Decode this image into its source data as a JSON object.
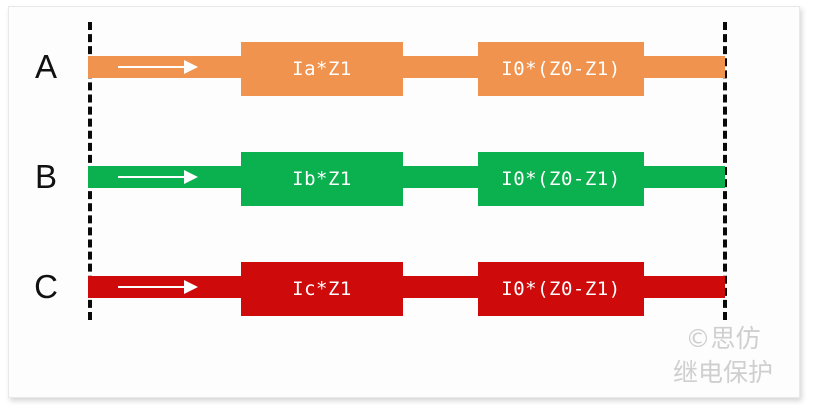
{
  "figure": {
    "background_color": "#ffffff",
    "card_color": "#fdfdfd",
    "boundary_line_color": "#0a0a0a",
    "arrow_color": "#ffffff",
    "text_color": "#ffffff"
  },
  "boundaries": {
    "left_name": "left-boundary-dashed-line",
    "right_name": "right-boundary-dashed-line"
  },
  "phases": [
    {
      "label": "A",
      "color": "#F0934E",
      "block1": "Ia*Z1",
      "block2": "I0*(Z0-Z1)",
      "arrow": "current-direction-arrow"
    },
    {
      "label": "B",
      "color": "#0BB04F",
      "block1": "Ib*Z1",
      "block2": "I0*(Z0-Z1)",
      "arrow": "current-direction-arrow"
    },
    {
      "label": "C",
      "color": "#CE0A0A",
      "block1": "Ic*Z1",
      "block2": "I0*(Z0-Z1)",
      "arrow": "current-direction-arrow"
    }
  ],
  "watermark": {
    "line1": "©思仿",
    "line2": "继电保护"
  }
}
